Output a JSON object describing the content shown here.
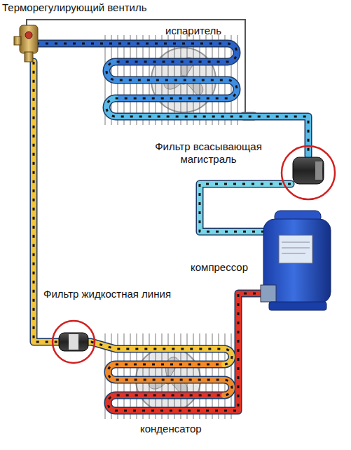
{
  "diagram": {
    "labels": [
      "Терморегулирующий вентиль",
      "испаритель",
      "Фильтр всасывающая магистраль",
      "компрессор",
      "Фильтр жидкостная линия",
      "конденсатор"
    ]
  }
}
